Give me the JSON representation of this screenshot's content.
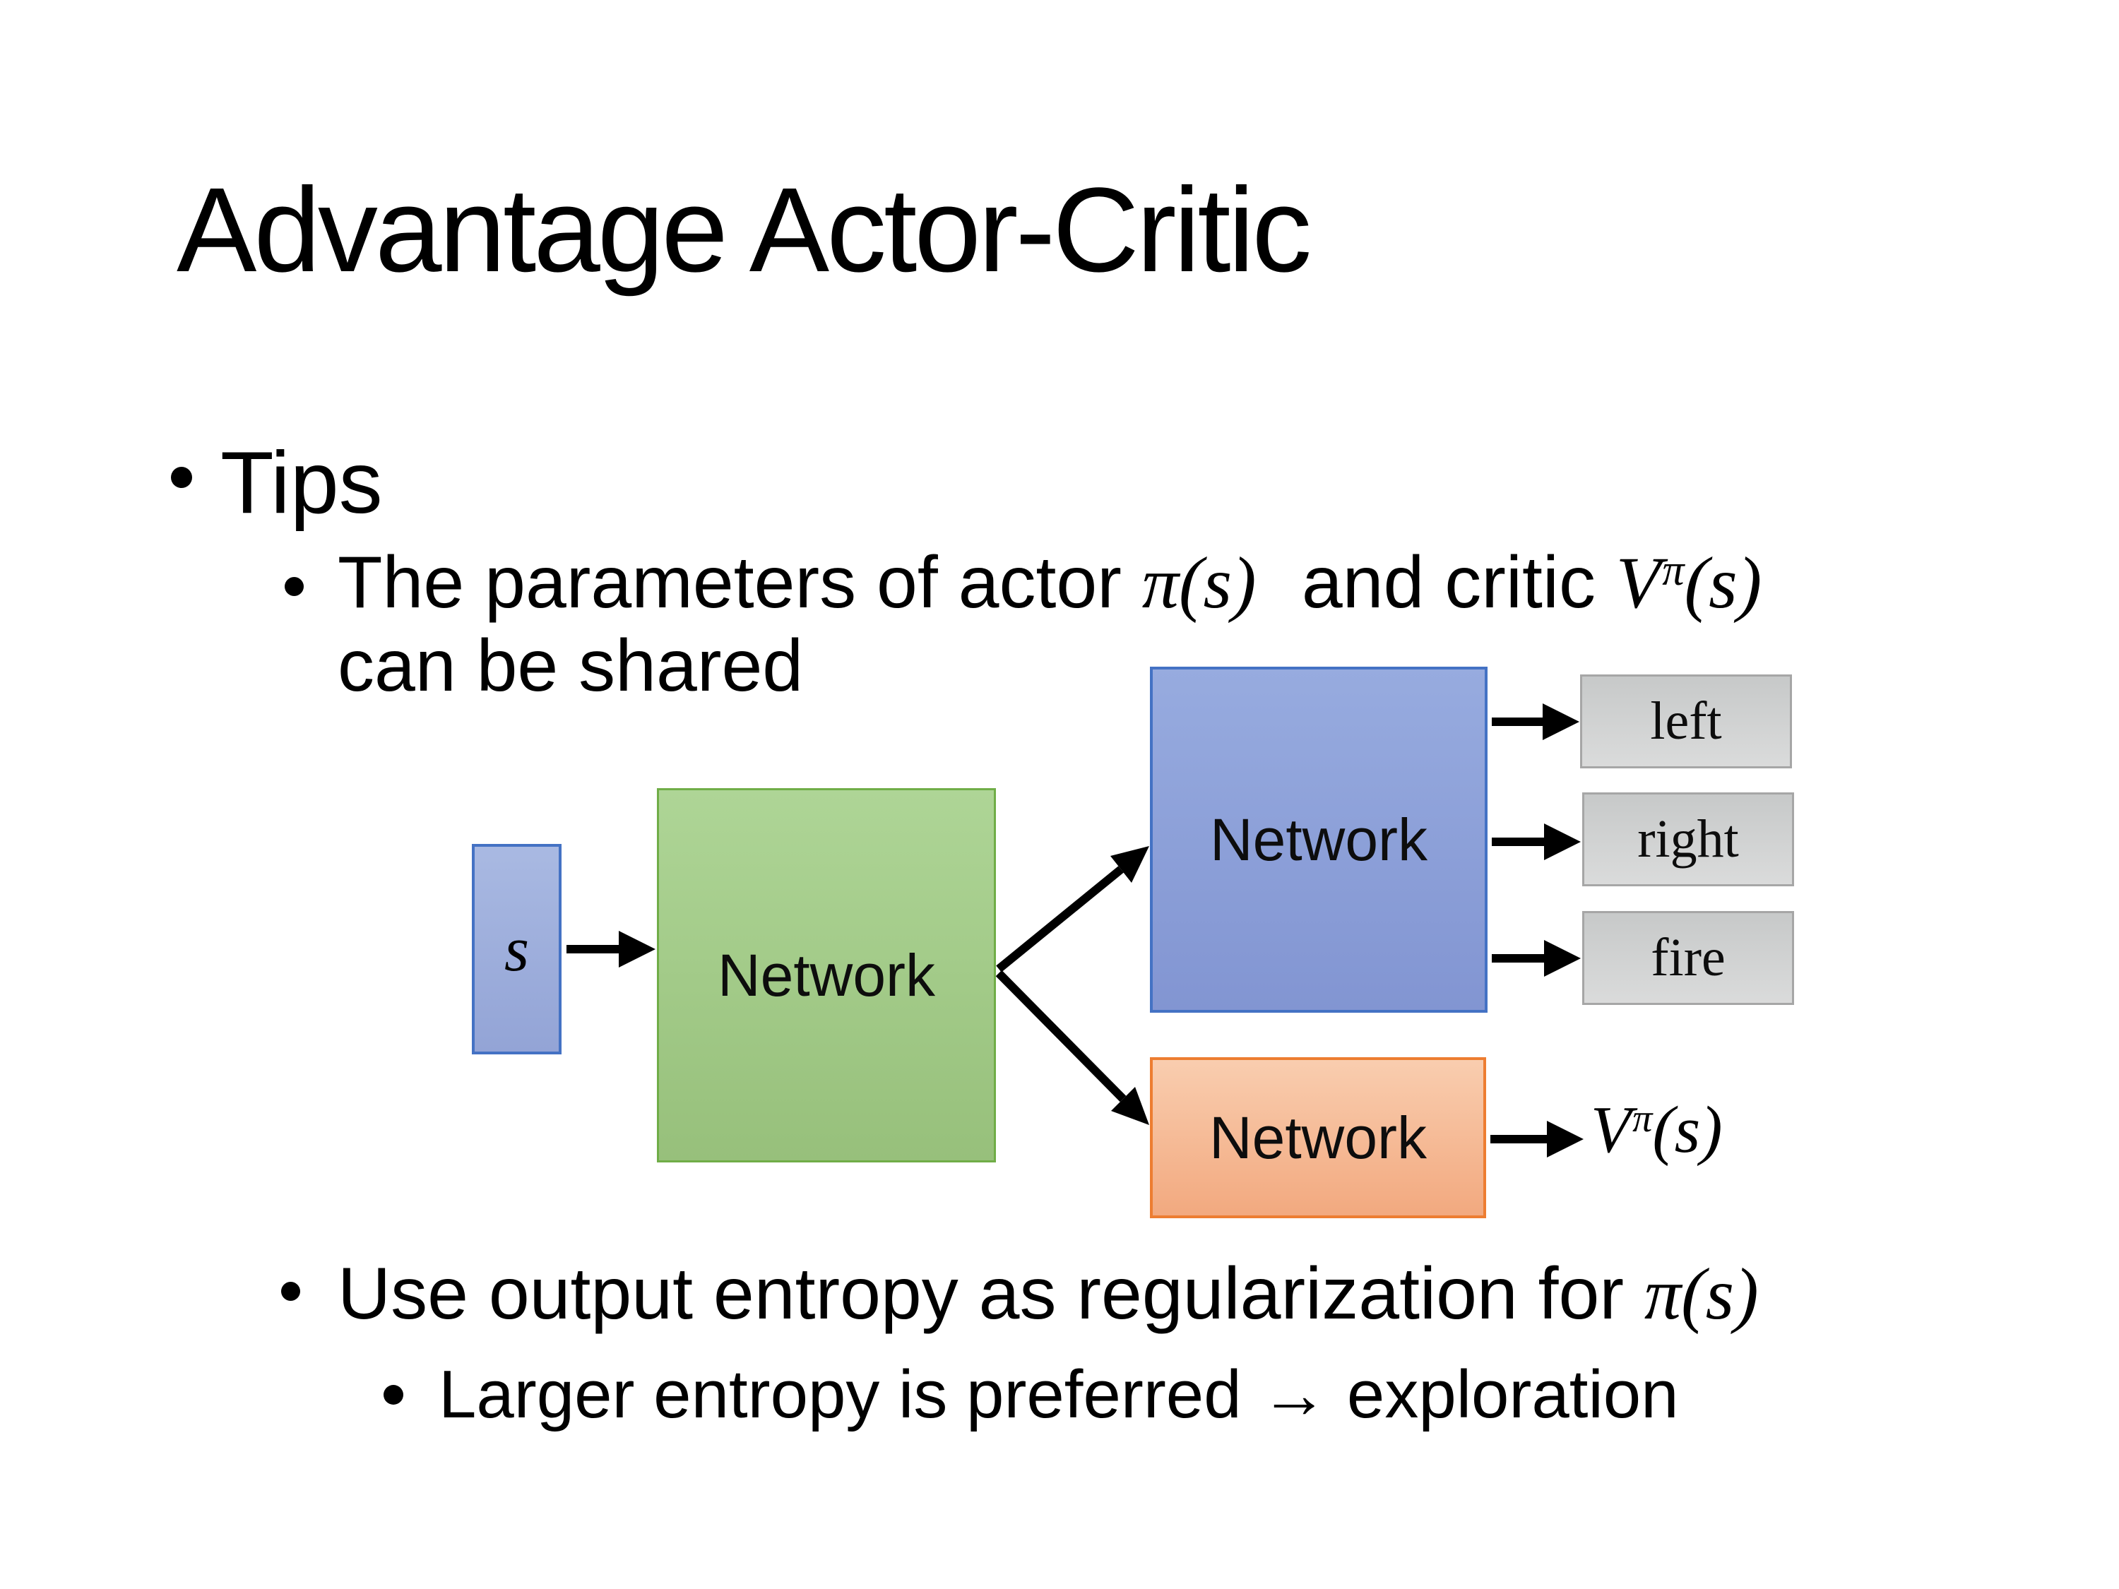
{
  "slide": {
    "title": "Advantage Actor-Critic"
  },
  "bullets": {
    "tips": "Tips",
    "params": {
      "lead": "The parameters of actor ",
      "math1": "π(s)",
      "mid": " and critic ",
      "value_base": "V",
      "value_sup": "π",
      "value_args": "(s)",
      "line2": "can be shared"
    },
    "entropy": {
      "lead": "Use output entropy as regularization for ",
      "math": "π(s)"
    },
    "exploration": "Larger entropy is preferred → exploration"
  },
  "diagram": {
    "state_label": "s",
    "shared_network_label": "Network",
    "actor_network_label": "Network",
    "critic_network_label": "Network",
    "actions": [
      "left",
      "right",
      "fire"
    ],
    "value": {
      "base": "V",
      "sup": "π",
      "args": "(s)"
    }
  },
  "colors": {
    "background": "#FFFFFF",
    "text": "#000000",
    "arrow": "#000000",
    "blue_top": "#97ABDF",
    "blue_bottom": "#8295D2",
    "blue_border": "#4472C4",
    "state_top": "#A9B9E2",
    "state_bottom": "#93A4D6",
    "green_top": "#AED596",
    "green_bottom": "#97C07B",
    "green_border": "#70AD47",
    "orange_top": "#F9CDAF",
    "orange_bottom": "#F2A97F",
    "orange_border": "#ED7D31",
    "gray_top": "#C7C9C9",
    "gray_bottom": "#DADBDB",
    "gray_border": "#A6A6A6"
  }
}
